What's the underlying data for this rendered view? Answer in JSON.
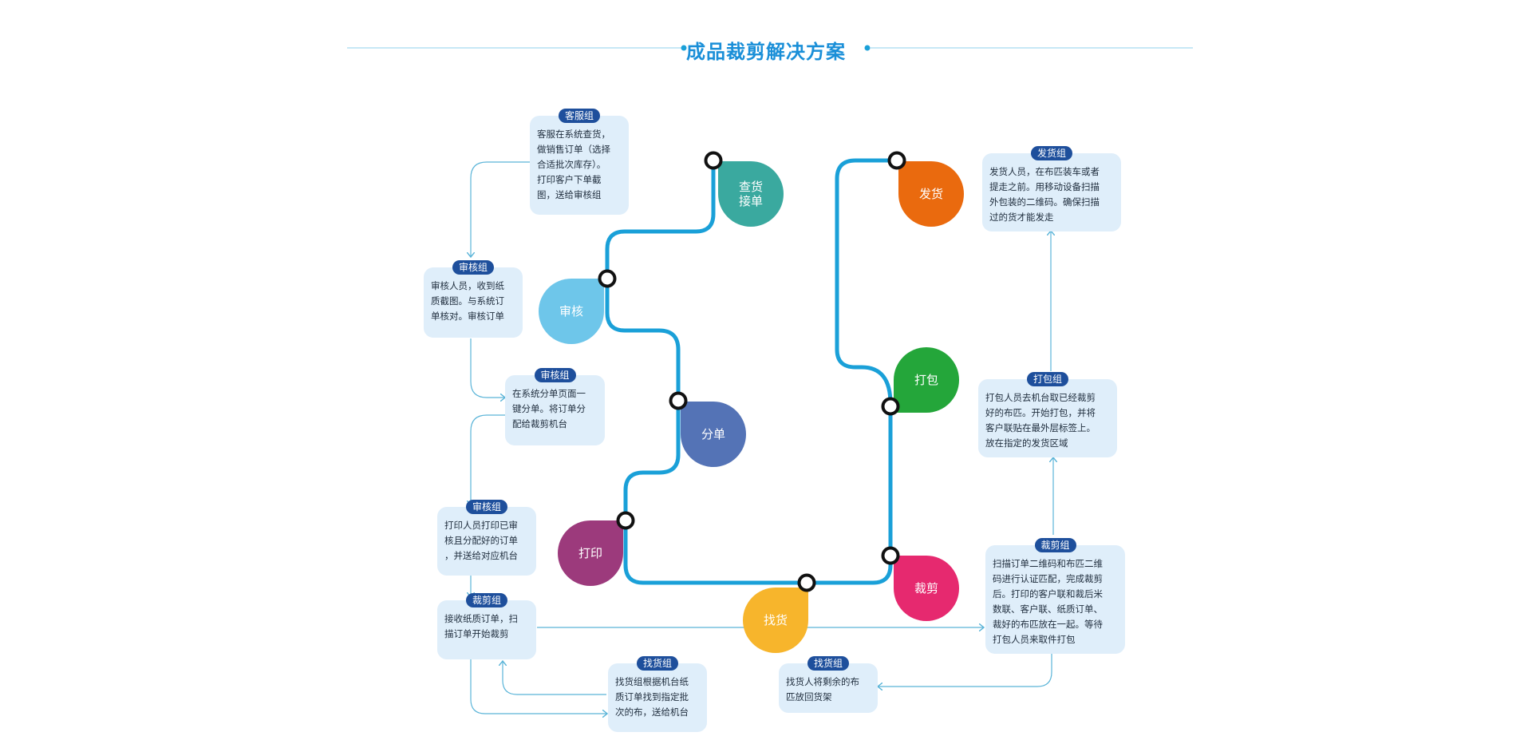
{
  "title": "成品裁剪解决方案",
  "colors": {
    "route": "#1aa0d8",
    "connector": "#5ab4d8",
    "box_bg": "#dfeefa",
    "tag_bg": "#1e4f9c",
    "title": "#1a8fd8"
  },
  "stations": [
    {
      "label_top": "查货",
      "label_bottom": "接单",
      "color": "#3aa99f"
    },
    {
      "label_top": "审核",
      "label_bottom": "",
      "color": "#6ec6ea"
    },
    {
      "label_top": "分单",
      "label_bottom": "",
      "color": "#5473b6"
    },
    {
      "label_top": "打印",
      "label_bottom": "",
      "color": "#9c3a7c"
    },
    {
      "label_top": "找货",
      "label_bottom": "",
      "color": "#f7b52c"
    },
    {
      "label_top": "裁剪",
      "label_bottom": "",
      "color": "#e6296f"
    },
    {
      "label_top": "打包",
      "label_bottom": "",
      "color": "#24a63a"
    },
    {
      "label_top": "发货",
      "label_bottom": "",
      "color": "#ea6a0e"
    }
  ],
  "boxes": [
    {
      "tag": "客服组",
      "lines": [
        "客服在系统查货，",
        "做销售订单（选择",
        "合适批次库存）。",
        "打印客户下单截",
        "图，送给审核组"
      ]
    },
    {
      "tag": "审核组",
      "lines": [
        "审核人员，收到纸",
        "质截图。与系统订",
        "单核对。审核订单"
      ]
    },
    {
      "tag": "审核组",
      "lines": [
        "在系统分单页面一",
        "键分单。将订单分",
        "配给裁剪机台"
      ]
    },
    {
      "tag": "审核组",
      "lines": [
        "打印人员打印已审",
        "核且分配好的订单",
        "，并送给对应机台"
      ]
    },
    {
      "tag": "裁剪组",
      "lines": [
        "接收纸质订单，扫",
        "描订单开始裁剪"
      ]
    },
    {
      "tag": "找货组",
      "lines": [
        "找货组根据机台纸",
        "质订单找到指定批",
        "次的布，送给机台"
      ]
    },
    {
      "tag": "找货组",
      "lines": [
        "找货人将剩余的布",
        "匹放回货架"
      ]
    },
    {
      "tag": "裁剪组",
      "lines": [
        "扫描订单二维码和布匹二维",
        "码进行认证匹配，完成裁剪",
        "后。打印的客户联和裁后米",
        "数联、客户联、纸质订单、",
        "裁好的布匹放在一起。等待",
        "打包人员来取件打包"
      ]
    },
    {
      "tag": "打包组",
      "lines": [
        "打包人员去机台取已经裁剪",
        "好的布匹。开始打包，并将",
        "客户联贴在最外层标签上。",
        "放在指定的发货区域"
      ]
    },
    {
      "tag": "发货组",
      "lines": [
        "发货人员，在布匹装车或者",
        "提走之前。用移动设备扫描",
        "外包装的二维码。确保扫描",
        "过的货才能发走"
      ]
    }
  ]
}
